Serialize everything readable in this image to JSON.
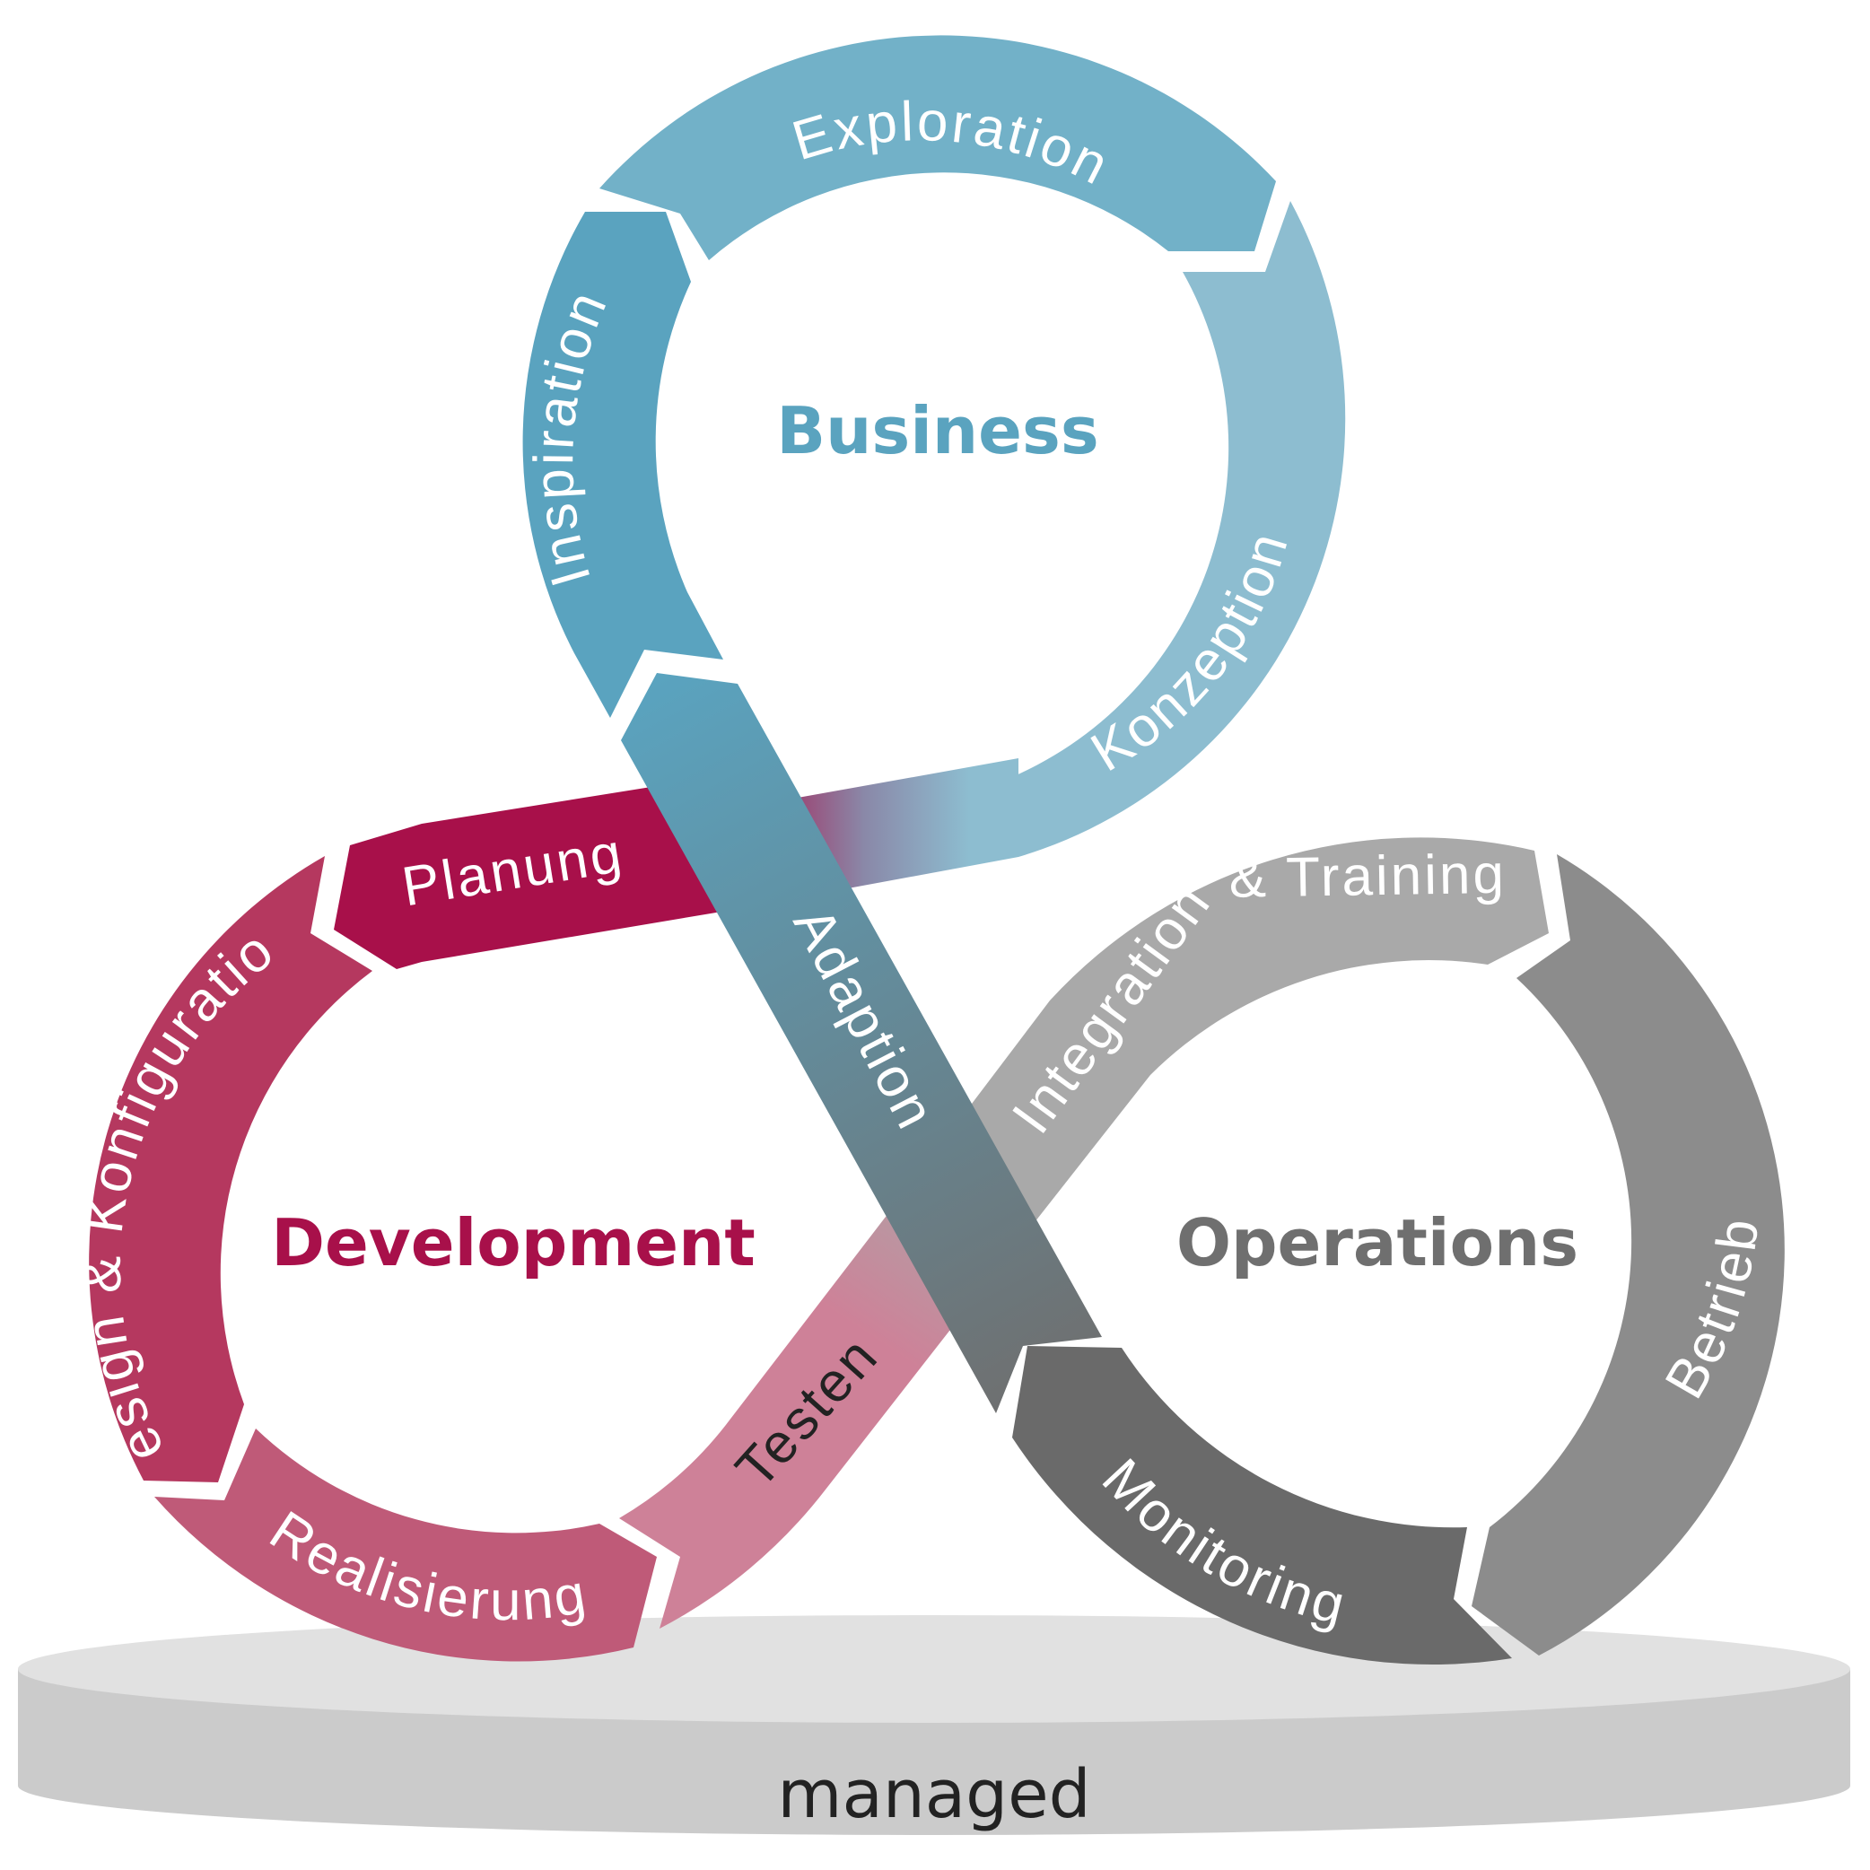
{
  "circles": {
    "business": {
      "label": "Business",
      "color": "#5aa3bf"
    },
    "development": {
      "label": "Development",
      "color": "#a8104a"
    },
    "operations": {
      "label": "Operations",
      "color": "#6f6f6f"
    }
  },
  "segments": {
    "exploration": "Exploration",
    "inspiration": "Inspiration",
    "konzeption": "Konzeption",
    "adaption": "Adaption",
    "planung": "Planung",
    "design": "Design & Konfiguration",
    "realisierung": "Realisierung",
    "testen": "Testen",
    "integration": "Integration & Training",
    "betrieb": "Betrieb",
    "monitoring": "Monitoring"
  },
  "base": {
    "label": "managed"
  },
  "colors": {
    "business_light": "#8dbdd0",
    "business_mid": "#72b1c8",
    "business_dark": "#5aa3bf",
    "dev_dark": "#a8104a",
    "dev_mid": "#b5385f",
    "dev_light": "#ce8198",
    "ops_light": "#a9a9a9",
    "ops_mid": "#8c8c8c",
    "ops_dark": "#6a6a6a",
    "base_top": "#e1e1e1",
    "base_side": "#cbcbcb"
  }
}
